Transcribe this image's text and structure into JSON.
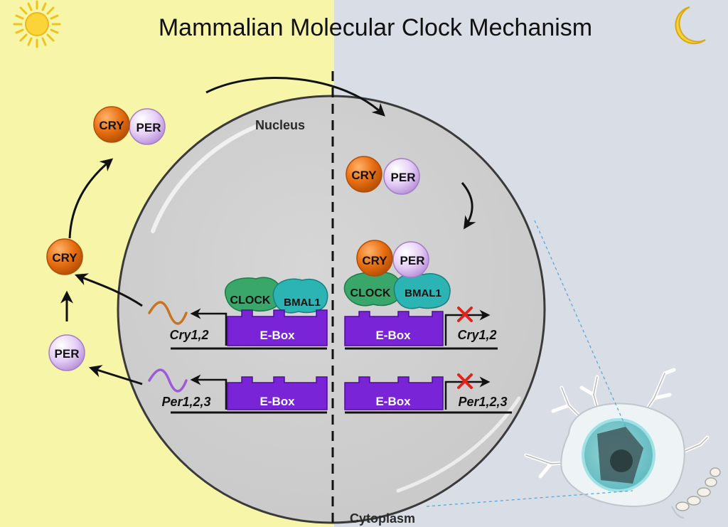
{
  "title": "Mammalian Molecular Clock Mechanism",
  "compartments": {
    "nucleus": "Nucleus",
    "cytoplasm": "Cytoplasm"
  },
  "proteins": {
    "cry": "CRY",
    "per": "PER",
    "clock": "CLOCK",
    "bmal1": "BMAL1"
  },
  "promoter": {
    "ebox": "E-Box"
  },
  "genes": {
    "cry": "Cry1,2",
    "per": "Per1,2,3"
  },
  "icons": {
    "day": "sun-icon",
    "night": "moon-icon",
    "repressed": "red-x-icon",
    "cell": "neuron-icon"
  },
  "colors": {
    "day_background": "#f7f5a8",
    "night_background": "#d8dde6",
    "cry": "#e86f12",
    "per": "#dfc3f2",
    "clock": "#3aa76a",
    "bmal1": "#2cb3b3",
    "ebox": "#7a24d8",
    "cry_mrna": "#c8741e",
    "per_mrna": "#9c5ad8",
    "repression": "#e0231b"
  }
}
